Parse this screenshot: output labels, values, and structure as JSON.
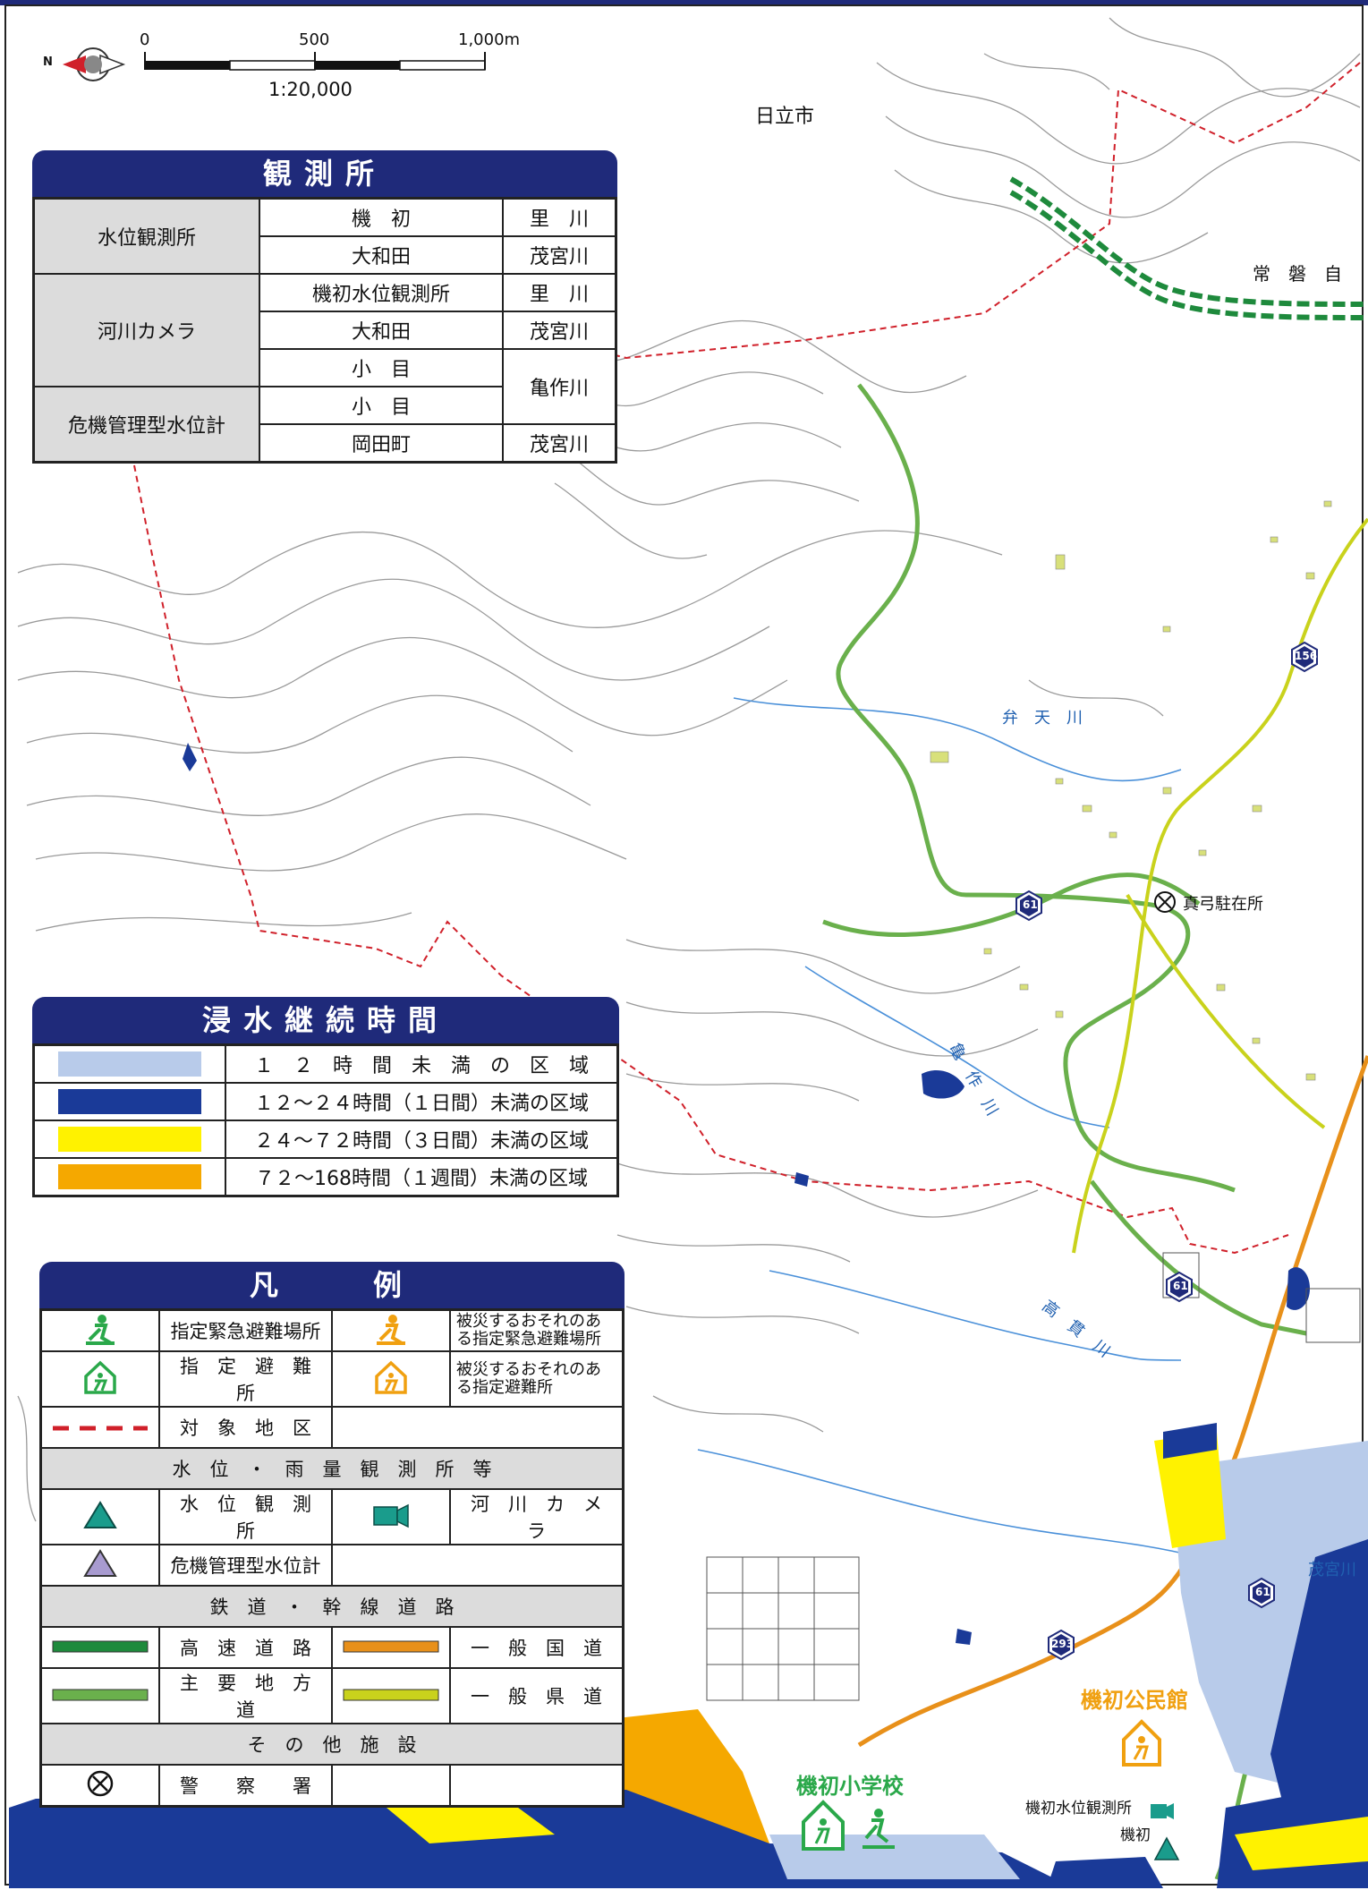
{
  "map": {
    "scale": {
      "ticks": [
        "0",
        "500",
        "1,000m"
      ],
      "ratio": "1:20,000"
    },
    "compass_label": "N",
    "place_labels": {
      "city": "日立市",
      "expressway": "常　磐　自",
      "river_benten": "弁　天　川",
      "river_kamesaku": "亀　作　川",
      "river_takanuki": "高　貫　川",
      "river_mogusa": "茂宮川",
      "police_box": "真弓駐在所",
      "station": "機初水位観測所",
      "station_sub": "機初",
      "school": "機初小学校",
      "hall": "機初公民館"
    },
    "route_numbers": [
      "156",
      "61",
      "61",
      "61",
      "293"
    ]
  },
  "observation_panel": {
    "title": "観測所",
    "rows": [
      {
        "category": "水位観測所",
        "entries": [
          {
            "site": "機　初",
            "river": "里　川"
          },
          {
            "site": "大和田",
            "river": "茂宮川"
          }
        ]
      },
      {
        "category": "河川カメラ",
        "entries": [
          {
            "site": "機初水位観測所",
            "river": "里　川"
          },
          {
            "site": "大和田",
            "river": "茂宮川"
          },
          {
            "site": "小　目",
            "river": "亀作川"
          }
        ]
      },
      {
        "category": "危機管理型水位計",
        "entries": [
          {
            "site": "小　目",
            "river": ""
          },
          {
            "site": "岡田町",
            "river": "茂宮川"
          }
        ]
      }
    ]
  },
  "duration_panel": {
    "title": "浸水継続時間",
    "items": [
      {
        "color": "#b8cbea",
        "label": "１　２　時　間　未　満　の　区　域"
      },
      {
        "color": "#1a3a98",
        "label": "１２～２４時間（１日間）未満の区域"
      },
      {
        "color": "#fff200",
        "label": "２４～７２時間（３日間）未満の区域"
      },
      {
        "color": "#f5a800",
        "label": "７２～168時間（１週間）未満の区域"
      }
    ]
  },
  "legend_panel": {
    "title": "凡　　例",
    "items": {
      "emergency_site": "指定緊急避難場所",
      "emergency_site_risk": "被災するおそれのある指定緊急避難場所",
      "shelter": "指　定　避　難　所",
      "shelter_risk": "被災するおそれのある指定避難所",
      "target_area": "対　象　地　区",
      "section_stations": "水　位　・　雨　量　観　測　所　等",
      "water_station": "水　位　観　測　所",
      "river_camera": "河　川　カ　メ　ラ",
      "crisis_gauge": "危機管理型水位計",
      "section_roads": "鉄　道　・　幹　線　道　路",
      "expressway": "高　速　道　路",
      "national_road": "一　般　国　道",
      "main_local_road": "主　要　地　方　道",
      "prefectural_road": "一　般　県　道",
      "section_other": "そ　の　他　施　設",
      "police": "警　　察　　署"
    }
  },
  "colors": {
    "title_bar": "#1f2a7a",
    "flood_light": "#b8cbea",
    "flood_dark": "#1a3a98",
    "flood_yellow": "#fff200",
    "flood_orange": "#f5a800",
    "expressway": "#1e8a3c",
    "main_local": "#6ab04c",
    "prefectural": "#c9d21c",
    "national": "#e8901a",
    "boundary": "#d0202a",
    "shelter_green": "#2aa84a",
    "shelter_orange": "#f0a010",
    "station_teal": "#1a9c8c"
  }
}
